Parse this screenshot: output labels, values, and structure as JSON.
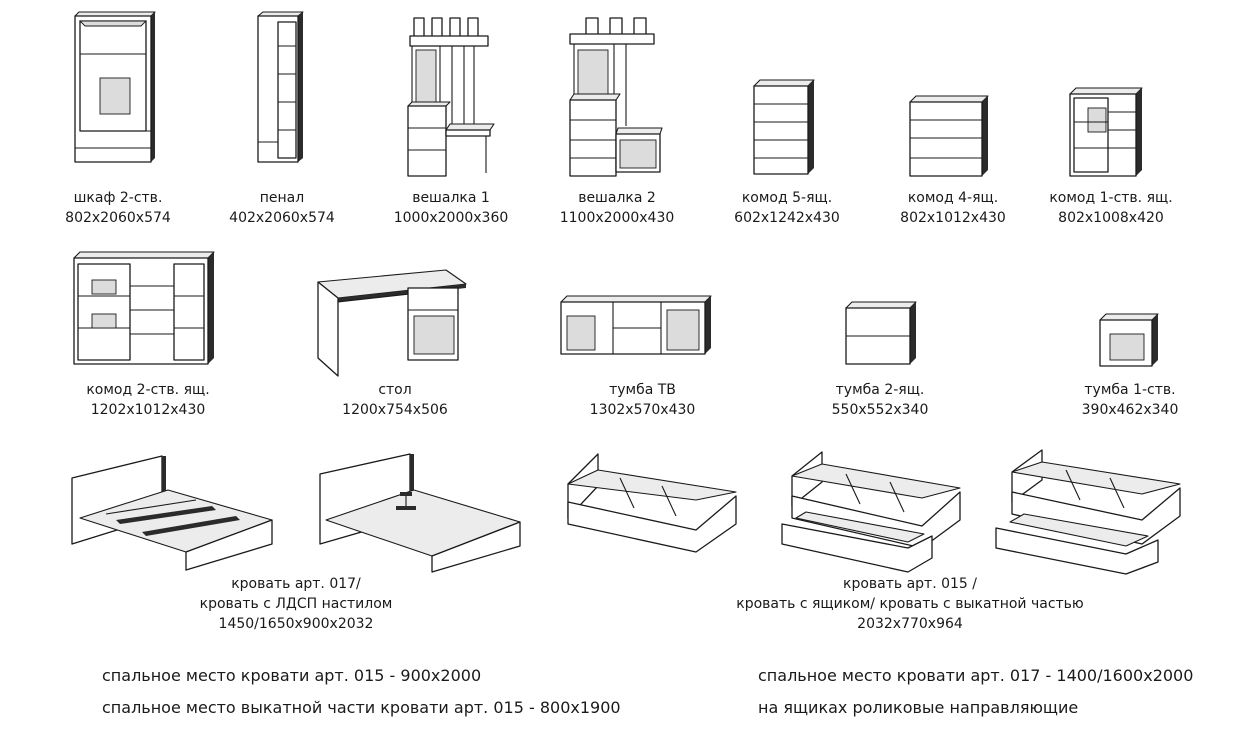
{
  "items": [
    {
      "name": "шкаф 2-ств.",
      "size": "802x2060x574"
    },
    {
      "name": "пенал",
      "size": "402x2060x574"
    },
    {
      "name": "вешалка 1",
      "size": "1000x2000x360"
    },
    {
      "name": "вешалка 2",
      "size": "1100x2000x430"
    },
    {
      "name": "комод 5-ящ.",
      "size": "602x1242x430"
    },
    {
      "name": "комод 4-ящ.",
      "size": "802x1012x430"
    },
    {
      "name": "комод 1-ств.  ящ.",
      "size": "802x1008x420"
    },
    {
      "name": "комод 2-ств. ящ.",
      "size": "1202x1012x430"
    },
    {
      "name": "стол",
      "size": "1200x754x506"
    },
    {
      "name": "тумба ТВ",
      "size": "1302x570x430"
    },
    {
      "name": "тумба 2-ящ.",
      "size": "550x552x340"
    },
    {
      "name": "тумба 1-ств.",
      "size": "390x462x340"
    }
  ],
  "beds": [
    {
      "lines": [
        "кровать арт. 017/",
        "кровать с ЛДСП настилом",
        "1450/1650x900x2032"
      ]
    },
    {
      "lines": [
        "кровать арт. 015 /",
        "кровать с ящиком/ кровать с выкатной частью",
        "2032x770x964"
      ]
    }
  ],
  "notes": {
    "left": [
      "спальное место кровати арт. 015 - 900x2000",
      "спальное место выкатной части кровати арт. 015 - 800x1900"
    ],
    "right": [
      "спальное место кровати арт. 017 - 1400/1600x2000",
      "на ящиках роликовые направляющие"
    ]
  }
}
